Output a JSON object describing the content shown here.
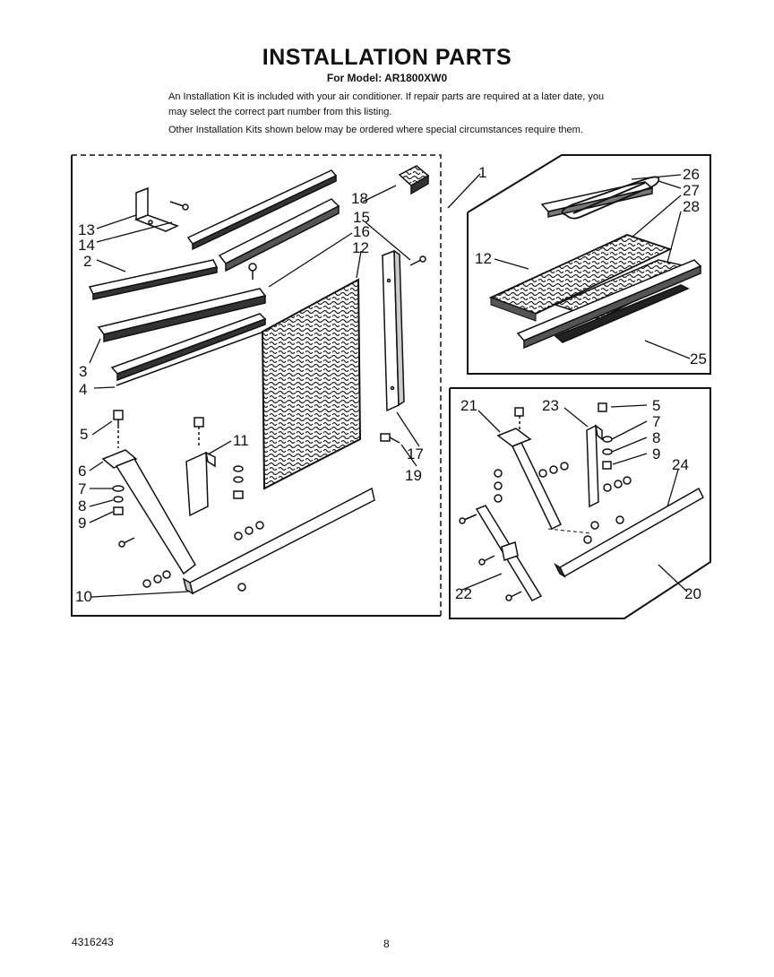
{
  "header": {
    "title": "INSTALLATION PARTS",
    "model_line": "For Model: AR1800XW0"
  },
  "intro": {
    "paragraph_1": "An Installation Kit is included with your air conditioner. If repair parts are required at a later date, you may select the correct part number from this listing.",
    "paragraph_2": "Other Installation Kits shown below may be ordered where special circumstances require them."
  },
  "callouts": {
    "main_kit": [
      "13",
      "14",
      "2",
      "3",
      "4",
      "5",
      "6",
      "7",
      "8",
      "9",
      "10",
      "11",
      "12",
      "15",
      "16",
      "17",
      "18",
      "19"
    ],
    "kit_1": "1",
    "top_right_kit": [
      "12",
      "25",
      "26",
      "27",
      "28"
    ],
    "bottom_right_kit": [
      "21",
      "22",
      "23",
      "5",
      "7",
      "8",
      "9",
      "24",
      "20"
    ]
  },
  "footer": {
    "doc_number": "4316243",
    "page_number": "8"
  }
}
